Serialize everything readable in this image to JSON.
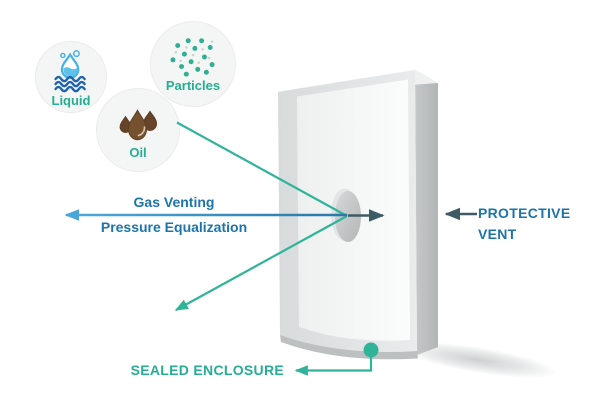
{
  "diagram": {
    "title_hint": "protective vent infographic",
    "contaminants": [
      {
        "id": "liquid",
        "label": "Liquid",
        "icon": "water-drop-waves-icon"
      },
      {
        "id": "particles",
        "label": "Particles",
        "icon": "particles-icon"
      },
      {
        "id": "oil",
        "label": "Oil",
        "icon": "oil-drops-icon"
      }
    ],
    "flows": {
      "gas_venting": "Gas Venting",
      "pressure_equalization": "Pressure Equalization"
    },
    "callouts": {
      "protective_vent_line1": "PROTECTIVE",
      "protective_vent_line2": "VENT",
      "sealed_enclosure": "SEALED ENCLOSURE"
    },
    "colors": {
      "teal_accent": "#2FB49A",
      "teal_text": "#26AE92",
      "blue_text": "#1C74A8",
      "light_blue_arrow": "#48A5D9",
      "dark_arrow": "#3E5A67",
      "enclosure_front": "#F6F7F7",
      "enclosure_side": "#BCBFC0",
      "oil_brown": "#6E4B2B",
      "drop_blue": "#45B2E5",
      "wave_blue": "#1D63AD"
    }
  }
}
